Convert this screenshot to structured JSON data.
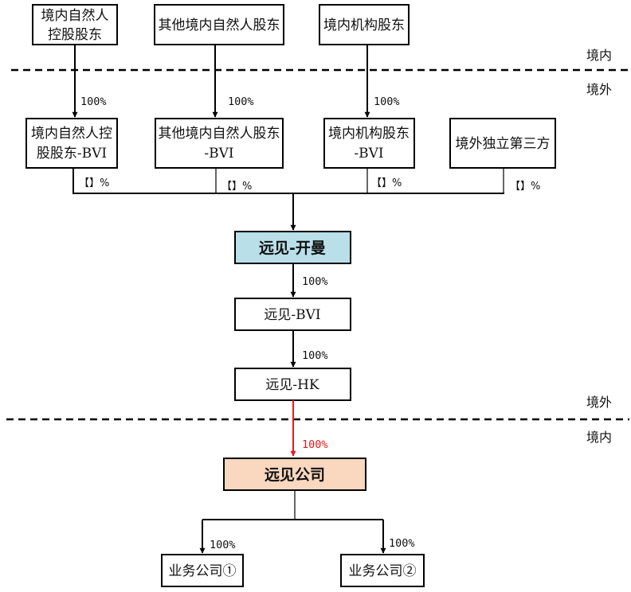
{
  "zones": {
    "top_domestic": "境内",
    "upper_overseas": "境外",
    "lower_overseas": "境外",
    "bottom_domestic": "境内"
  },
  "top_row": {
    "box1": [
      "境内自然人",
      "控股股东"
    ],
    "box2": "其他境内自然人股东",
    "box3": "境内机构股东"
  },
  "bvi_row": {
    "box1": [
      "境内自然人控",
      "股股东-BVI"
    ],
    "box2": [
      "其他境内自然人股东",
      "-BVI"
    ],
    "box3": [
      "境内机构股东",
      "-BVI"
    ],
    "box4": "境外独立第三方"
  },
  "ownership": {
    "top_to_bvi_1": "100%",
    "top_to_bvi_2": "100%",
    "top_to_bvi_3": "100%",
    "share_1": "【】%",
    "share_2": "【】%",
    "share_3": "【】%",
    "share_4": "【】%",
    "cayman_to_bvi": "100%",
    "bvi_to_hk": "100%",
    "hk_to_company": "100%",
    "company_to_sub1": "100%",
    "company_to_sub2": "100%"
  },
  "entities": {
    "cayman": "远见-开曼",
    "bvi": "远见-BVI",
    "hk": "远见-HK",
    "company": "远见公司",
    "sub1": "业务公司①",
    "sub2": "业务公司②"
  },
  "colors": {
    "cayman_fill": "#b9dfe9",
    "company_fill": "#fad7bf",
    "highlight_arrow": "#e8191b"
  }
}
